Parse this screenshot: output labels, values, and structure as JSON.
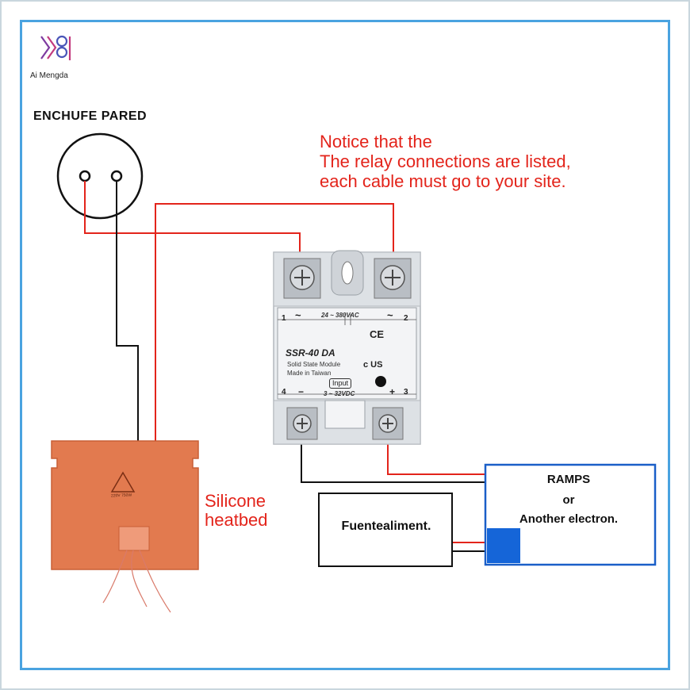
{
  "brand": {
    "name": "Ai Mengda"
  },
  "outlet": {
    "label": "ENCHUFE PARED"
  },
  "notice": {
    "text": "Notice that the\nThe relay connections are listed,\neach cable must go to your site."
  },
  "ssr": {
    "model": "SSR-40 DA",
    "subtitle": "Solid State Module",
    "origin": "Made in Taiwan",
    "ac_rating": "24 ~ 380VAC",
    "dc_rating": "3 ~ 32VDC",
    "input_label": "Input",
    "ce_mark": "CE",
    "cert_mark": "c  US",
    "terminals": {
      "t1": "1",
      "t2": "2",
      "t3": "3",
      "t4": "4",
      "minus": "−",
      "plus": "+",
      "ac1": "~",
      "ac2": "~"
    }
  },
  "heatbed": {
    "label": "Silicone\nheatbed",
    "pad_text": "220V 750W"
  },
  "controller": {
    "title": "RAMPS",
    "or": "or",
    "subtitle": "Another electron."
  },
  "power_supply": {
    "label": "Fuentealiment."
  },
  "colors": {
    "wire_red": "#e3241b",
    "wire_black": "#111111",
    "heatbed": "#e27a4f",
    "controller_border": "#1a5fc8",
    "controller_fill": "#1565d8",
    "frame": "#4aa3e0",
    "ssr_body": "#e9ecef"
  }
}
